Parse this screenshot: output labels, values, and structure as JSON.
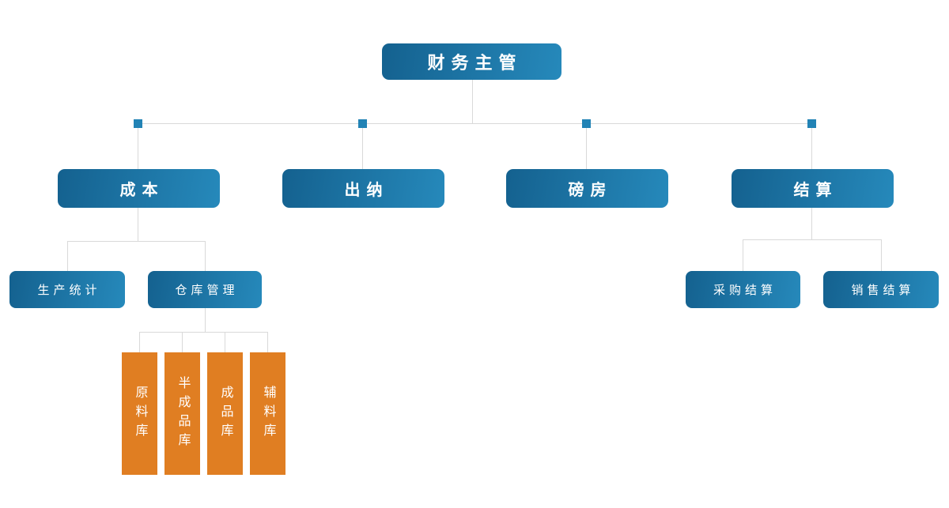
{
  "org_chart": {
    "root": {
      "label": "财务主管"
    },
    "level2": {
      "cost": "成本",
      "cashier": "出纳",
      "weighbridge": "磅房",
      "settlement": "结算"
    },
    "level3": {
      "production_statistics": "生产统计",
      "warehouse_management": "仓库管理",
      "purchase_settlement": "采购结算",
      "sales_settlement": "销售结算"
    },
    "warehouses": {
      "raw_material": "原料库",
      "semi_finished": "半成品库",
      "finished": "成品库",
      "auxiliary": "辅料库"
    },
    "hierarchy": {
      "财务主管": [
        "成本",
        "出纳",
        "磅房",
        "结算"
      ],
      "成本": [
        "生产统计",
        "仓库管理"
      ],
      "仓库管理": [
        "原料库",
        "半成品库",
        "成品库",
        "辅料库"
      ],
      "结算": [
        "采购结算",
        "销售结算"
      ]
    }
  },
  "colors": {
    "node_gradient_start": "#14618f",
    "node_gradient_end": "#2689bb",
    "warehouse_fill": "#e07e22",
    "connector_line": "#d9d9d9",
    "connector_square": "#2283b5",
    "node_text": "#ffffff",
    "background": "#ffffff"
  }
}
